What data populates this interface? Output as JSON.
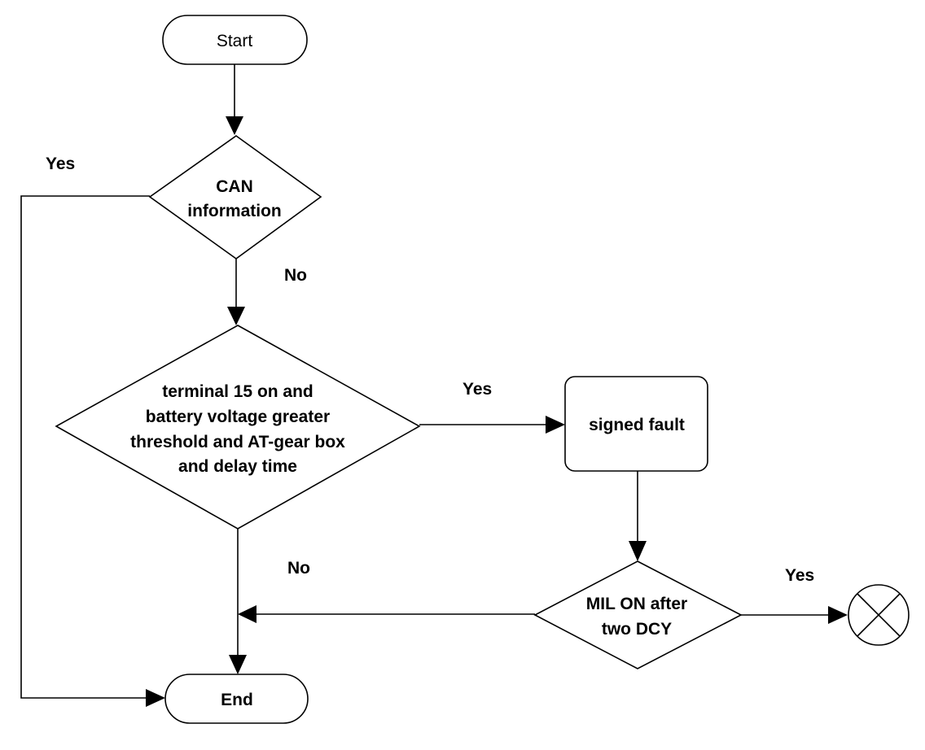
{
  "diagram": {
    "nodes": {
      "start": {
        "label": "Start"
      },
      "can_info": {
        "lines": [
          "CAN",
          "information"
        ]
      },
      "condition": {
        "lines": [
          "terminal 15 on and",
          "battery voltage greater",
          "threshold and AT-gear box",
          "and delay time"
        ]
      },
      "signed_fault": {
        "label": "signed fault"
      },
      "mil_on": {
        "lines": [
          "MIL ON after",
          "two DCY"
        ]
      },
      "end": {
        "label": "End"
      }
    },
    "edge_labels": {
      "can_yes": "Yes",
      "can_no": "No",
      "condition_yes": "Yes",
      "condition_no": "No",
      "mil_yes": "Yes"
    }
  }
}
